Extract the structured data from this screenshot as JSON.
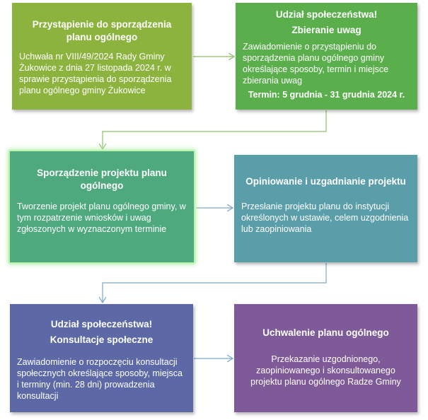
{
  "steps": [
    {
      "title": "Przystąpienie do sporządzenia planu ogólnego",
      "body": "Uchwała nr VIII/49/2024 Rady Gminy Żukowice z dnia 27 listopada 2024 r. w sprawie przystąpienia do sporządzenia planu ogólnego gminy Żukowice",
      "color": "#8db33f"
    },
    {
      "title": "Udział społeczeństwa!",
      "subtitle": "Zbieranie uwag",
      "body": "Zawiadomienie o przystąpieniu do sporządzenia planu ogólnego gminy określające sposoby, termin i miejsce zbierania uwag",
      "term": "Termin: 5 grudnia - 31 grudnia 2024 r.",
      "color": "#5aaf4c"
    },
    {
      "title": "Sporządzenie projektu planu ogólnego",
      "body": "Tworzenie projekt planu ogólnego gminy, w tym rozpatrzenie wniosków i uwag zgłoszonych w wyznaczonym terminie",
      "color": "#4ea97e"
    },
    {
      "title": "Opiniowanie i uzgadnianie projektu",
      "body": "Przesłanie projektu planu do instytucji określonych w ustawie, celem uzgodnienia lub zaopiniowania",
      "color": "#5a9eaa"
    },
    {
      "title": "Udział społeczeństwa!",
      "subtitle": "Konsultacje społeczne",
      "body": "Zawiadomienie o rozpoczęciu konsultacji społecznych określające sposoby, miejsca i terminy (min. 28 dni) prowadzenia konsultacji",
      "color": "#5d68a6"
    },
    {
      "title": "Uchwalenie planu ogólnego",
      "body": "Przekazanie uzgodnionego, zaopiniowanego i skonsultowanego projektu planu ogólnego Radze Gminy",
      "color": "#7e5a98"
    }
  ],
  "connector_colors": {
    "green": "#8fbf6a",
    "blue": "#7ea6c9"
  }
}
